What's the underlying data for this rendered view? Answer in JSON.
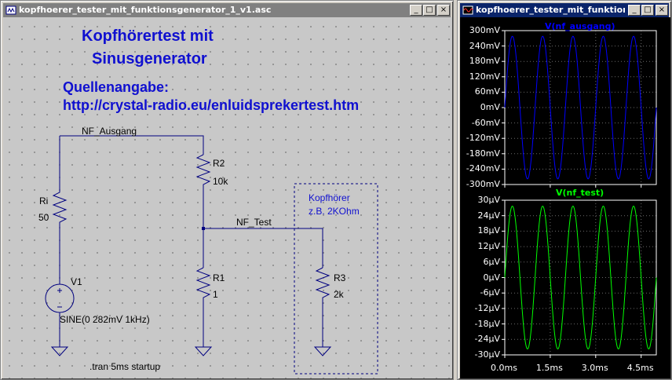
{
  "schematic_window": {
    "title": "kopfhoerer_tester_mit_funktionsgenerator_1_v1.asc",
    "buttons": {
      "minimize": "_",
      "maximize": "□",
      "close": "×"
    },
    "heading_line1": "Kopfhörertest mit",
    "heading_line2": "Sinusgenerator",
    "source_label": "Quellenangabe:",
    "source_url": "http://crystal-radio.eu/enluidsprekertest.htm",
    "nets": {
      "ausgang": "NF_Ausgang",
      "test": "NF_Test"
    },
    "components": {
      "ri": {
        "name": "Ri",
        "value": "50"
      },
      "r2": {
        "name": "R2",
        "value": "10k"
      },
      "r1": {
        "name": "R1",
        "value": "1"
      },
      "r3": {
        "name": "R3",
        "value": "2k"
      },
      "v1": {
        "name": "V1",
        "value": "SINE(0 282mV 1kHz)"
      }
    },
    "headphone_box": {
      "line1": "Kopfhörer",
      "line2": "z.B. 2KOhm"
    },
    "directive": ".tran 5ms startup",
    "colors": {
      "wire": "#000080",
      "text": "#1010d0",
      "background": "#c8c8c8"
    }
  },
  "waveform_window": {
    "title": "kopfhoerer_tester_mit_funktionsge",
    "buttons": {
      "minimize": "_",
      "maximize": "□",
      "close": "×"
    }
  },
  "chart_data": [
    {
      "type": "line",
      "title": "V(nf_ausgang)",
      "series": [
        {
          "name": "V(nf_ausgang)",
          "amplitude_mV": 278,
          "frequency_kHz": 1,
          "color": "#0000ff"
        }
      ],
      "x": {
        "range_ms": [
          0,
          5
        ],
        "ticks": [
          "0.0ms",
          "1.5ms",
          "3.0ms",
          "4.5ms"
        ]
      },
      "y": {
        "range": [
          -300,
          300
        ],
        "unit": "mV",
        "ticks": [
          "300mV",
          "240mV",
          "180mV",
          "120mV",
          "60mV",
          "0mV",
          "-60mV",
          "-120mV",
          "-180mV",
          "-240mV",
          "-300mV"
        ]
      },
      "grid": true
    },
    {
      "type": "line",
      "title": "V(nf_test)",
      "series": [
        {
          "name": "V(nf_test)",
          "amplitude_uV": 27.7,
          "frequency_kHz": 1,
          "color": "#00ff00"
        }
      ],
      "x": {
        "range_ms": [
          0,
          5
        ],
        "ticks": [
          "0.0ms",
          "1.5ms",
          "3.0ms",
          "4.5ms"
        ]
      },
      "y": {
        "range": [
          -30,
          30
        ],
        "unit": "µV",
        "ticks": [
          "30µV",
          "24µV",
          "18µV",
          "12µV",
          "6µV",
          "0µV",
          "-6µV",
          "-12µV",
          "-18µV",
          "-24µV",
          "-30µV"
        ]
      },
      "grid": true
    }
  ]
}
